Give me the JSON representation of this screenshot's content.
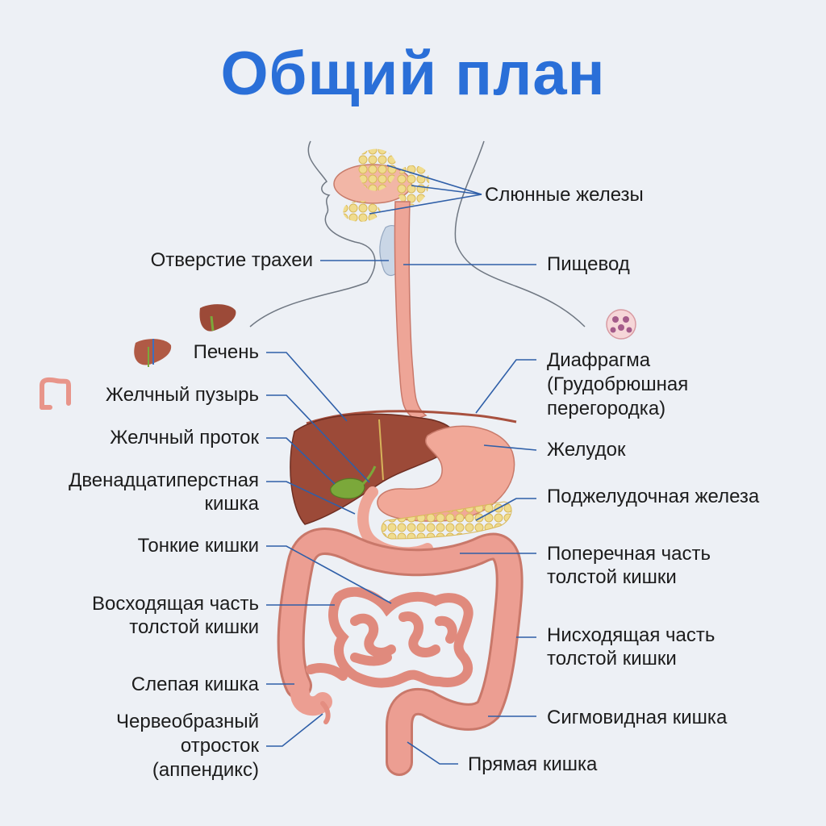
{
  "title": "Общий план",
  "labels": {
    "salivary": "Слюнные железы",
    "trachea": "Отверстие трахеи",
    "esophagus": "Пищевод",
    "liver": "Печень",
    "diaphragm_1": "Диафрагма",
    "diaphragm_2": "(Грудобрюшная",
    "diaphragm_3": "перегородка)",
    "gallbladder": "Желчный пузырь",
    "bile_duct": "Желчный проток",
    "stomach": "Желудок",
    "duodenum_1": "Двенадцатиперстная",
    "duodenum_2": "кишка",
    "pancreas": "Поджелудочная железа",
    "small_intestine": "Тонкие кишки",
    "transverse_1": "Поперечная часть",
    "transverse_2": "толстой кишки",
    "ascending_1": "Восходящая часть",
    "ascending_2": "толстой кишки",
    "descending_1": "Нисходящая часть",
    "descending_2": "толстой кишки",
    "cecum": "Слепая кишка",
    "sigmoid": "Сигмовидная кишка",
    "appendix_1": "Червеобразный",
    "appendix_2": "отросток",
    "appendix_3": "(аппендикс)",
    "rectum": "Прямая кишка"
  },
  "colors": {
    "title": "#2a6fd8",
    "leader": "#2f5fa8",
    "liver": "#9c4a38",
    "stomach": "#f1a898",
    "pancreas": "#f2d27a",
    "intestine": "#e8958a",
    "gallbladder": "#7ba83a"
  },
  "icons": [
    "liver-icon",
    "liver-vessels-icon",
    "colon-icon",
    "cells-icon"
  ]
}
